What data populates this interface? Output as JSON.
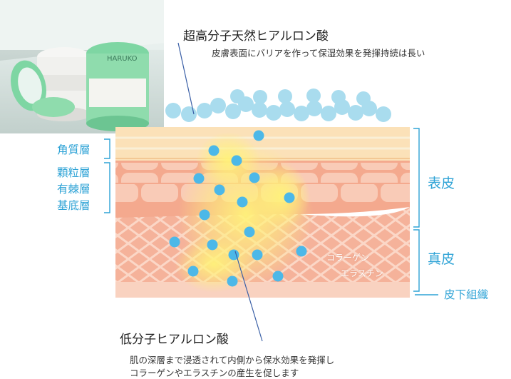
{
  "high_title": "超高分子天然ヒアルロン酸",
  "high_desc": "皮膚表面にバリアを作って保湿効果を発揮持続は長い",
  "low_title": "低分子ヒアルロン酸",
  "low_desc": [
    "肌の深層まで浸透されて内側から保水効果を発揮し",
    "コラーゲンやエラスチンの産生を促します"
  ],
  "left_labels": [
    "角質層",
    "顆粒層",
    "有棘層",
    "基底層"
  ],
  "right_labels": {
    "epidermis": "表皮",
    "dermis": "真皮",
    "subcutis": "皮下組織"
  },
  "dermis_fibers": [
    "コラーゲン",
    "エラスチン"
  ],
  "product_label": "HARUKO",
  "colors": {
    "accent": "#2ea3d6",
    "molecule": "#4cb8e8",
    "surface_bubble": "#a9dcee",
    "stratum_corneum": "#fbe1b8",
    "epidermis": "#f4a98e",
    "dermis": "#f5b29a",
    "subcutis": "#f9d2c0",
    "glow": "#fff27a"
  }
}
